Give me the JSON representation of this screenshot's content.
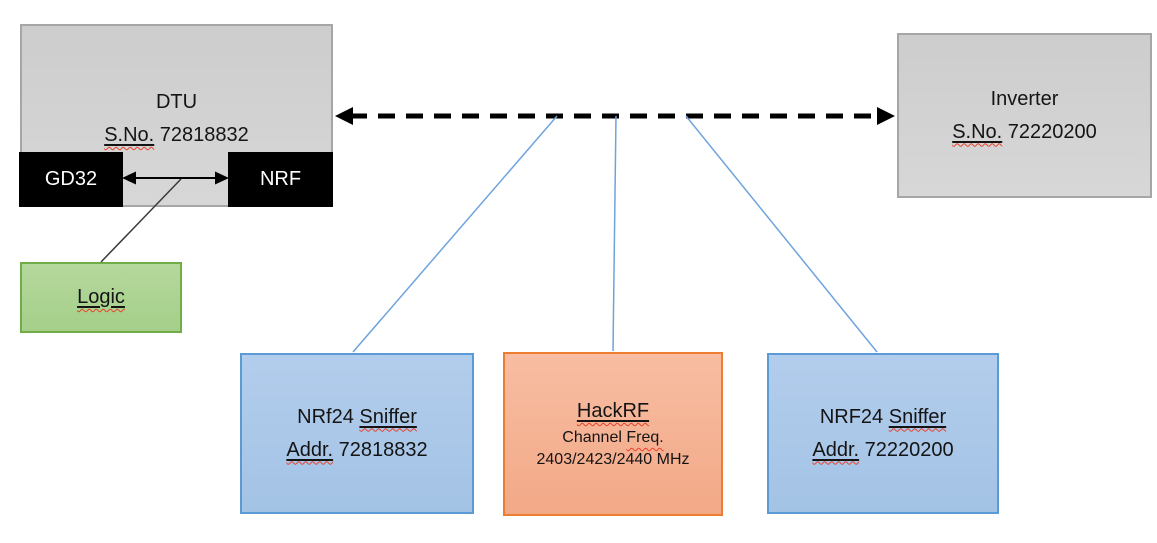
{
  "diagram": {
    "dtu": {
      "title": "DTU",
      "serial_label": "S.No.",
      "serial_number": "72818832"
    },
    "gd32": {
      "label": "GD32"
    },
    "nrf": {
      "label": "NRF"
    },
    "logic": {
      "label": "Logic"
    },
    "inverter": {
      "title": "Inverter",
      "serial_label": "S.No.",
      "serial_number": "72220200"
    },
    "sniffer_left": {
      "name_prefix": "NRf24",
      "name_word": "Sniffer",
      "addr_label": "Addr.",
      "addr_number": "72818832"
    },
    "hackrf": {
      "title": "HackRF",
      "freq_label_prefix": "Channel",
      "freq_label_word": "Freq.",
      "frequencies": "2403/2423/2440 MHz"
    },
    "sniffer_right": {
      "name_prefix": "NRF24",
      "name_word": "Sniffer",
      "addr_label": "Addr.",
      "addr_number": "72220200"
    },
    "colors": {
      "gray_fill": "#D2D2D2",
      "gray_border": "#A6A6A6",
      "black_fill": "#000000",
      "green_fill": "#A9D18E",
      "green_border": "#70AD47",
      "blue_fill": "#AEC9E9",
      "blue_border": "#5B9BD5",
      "orange_fill": "#F5B493",
      "orange_border": "#ED7D31",
      "connector_blue": "#6FA3DC",
      "arrow_black": "#000000",
      "squiggle_red": "#E8402A"
    }
  }
}
